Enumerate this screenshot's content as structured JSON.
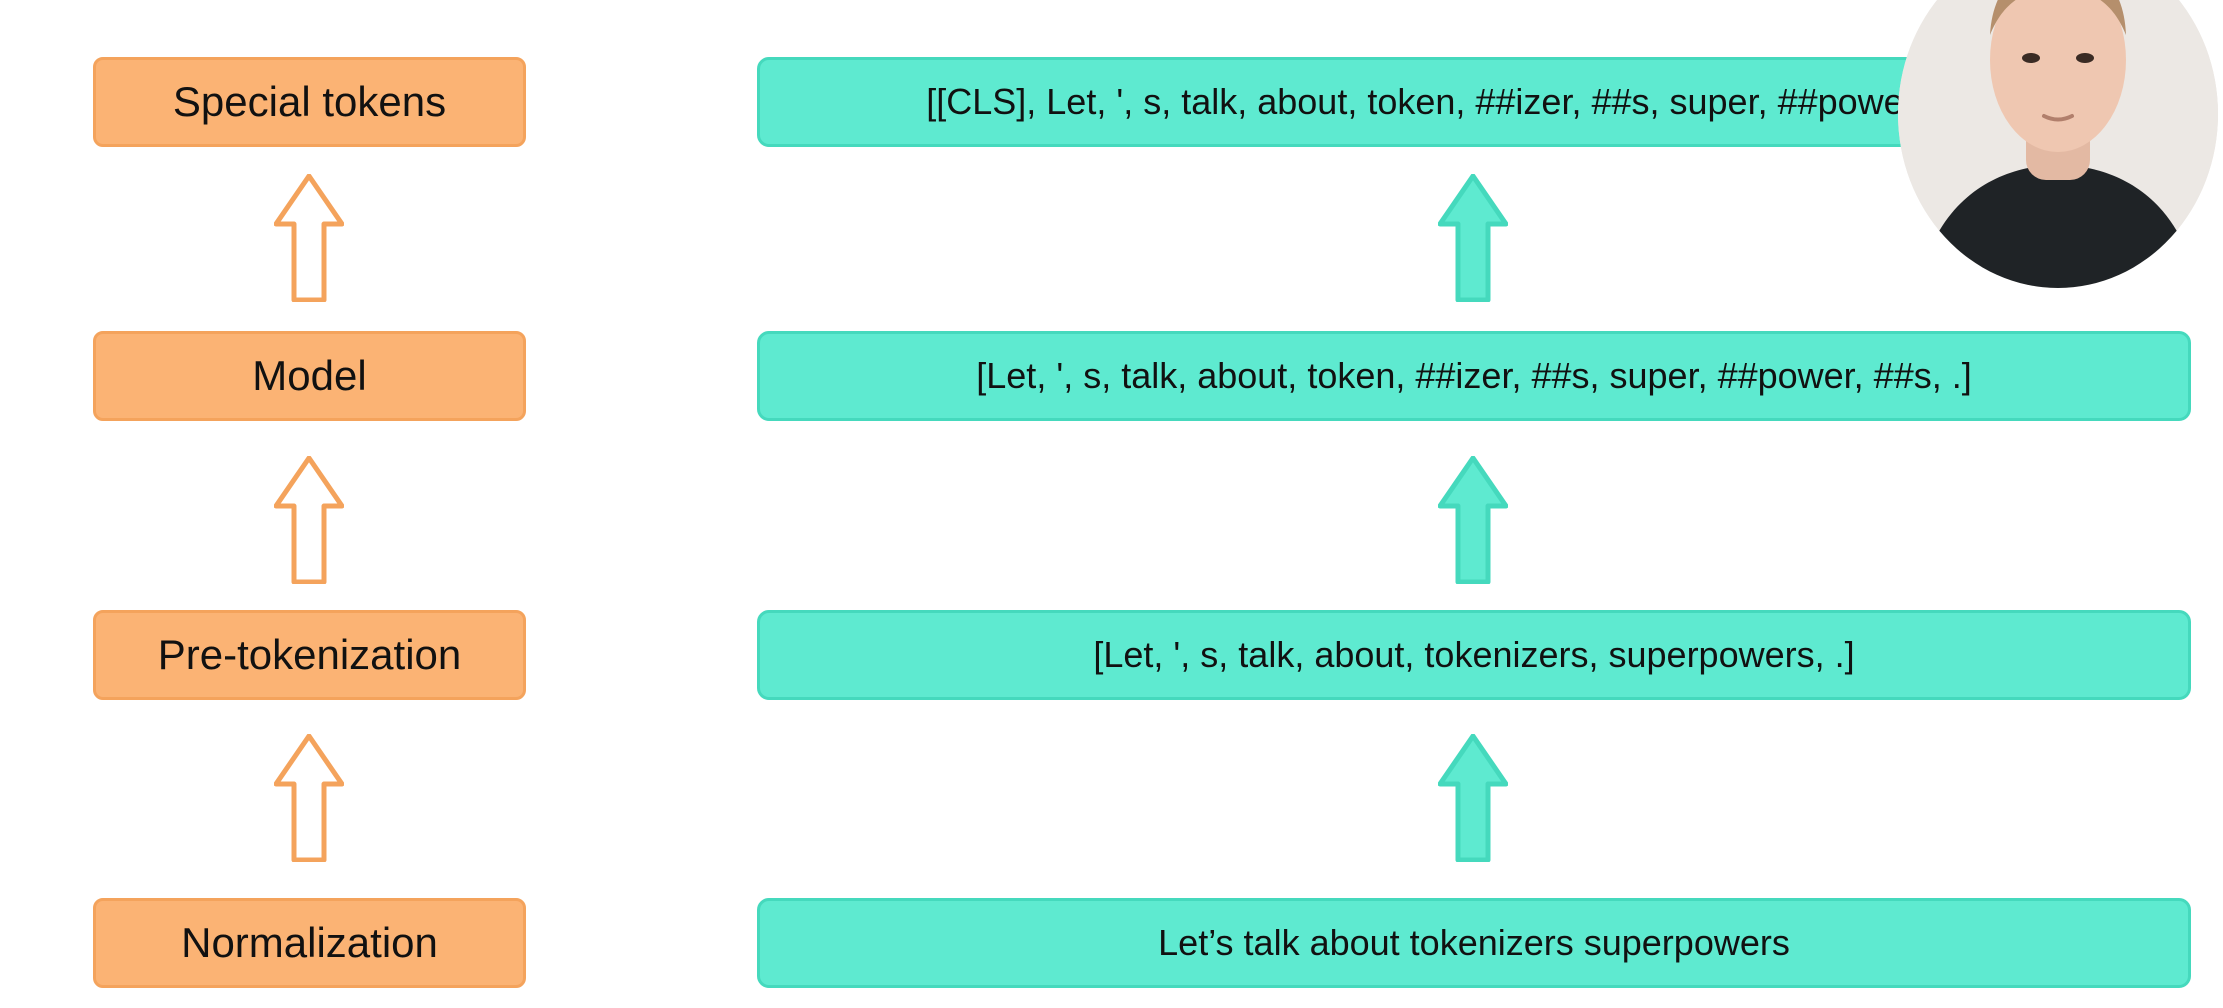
{
  "stages": [
    {
      "label": "Special tokens"
    },
    {
      "label": "Model"
    },
    {
      "label": "Pre-tokenization"
    },
    {
      "label": "Normalization"
    }
  ],
  "outputs": [
    {
      "text": "[[CLS], Let, ', s, talk, about, token, ##izer, ##s, super, ##power, ##s, ."
    },
    {
      "text": "[Let, ', s, talk, about, token, ##izer, ##s, super, ##power, ##s, .]"
    },
    {
      "text": "[Let, ', s, talk, about, tokenizers, superpowers, .]"
    },
    {
      "text": "Let’s talk about tokenizers   superpowers"
    }
  ],
  "colors": {
    "stage_fill": "#fbb374",
    "stage_arrow": "#f4a35c",
    "output_fill": "#5eead0",
    "output_arrow": "#45d9bd"
  }
}
